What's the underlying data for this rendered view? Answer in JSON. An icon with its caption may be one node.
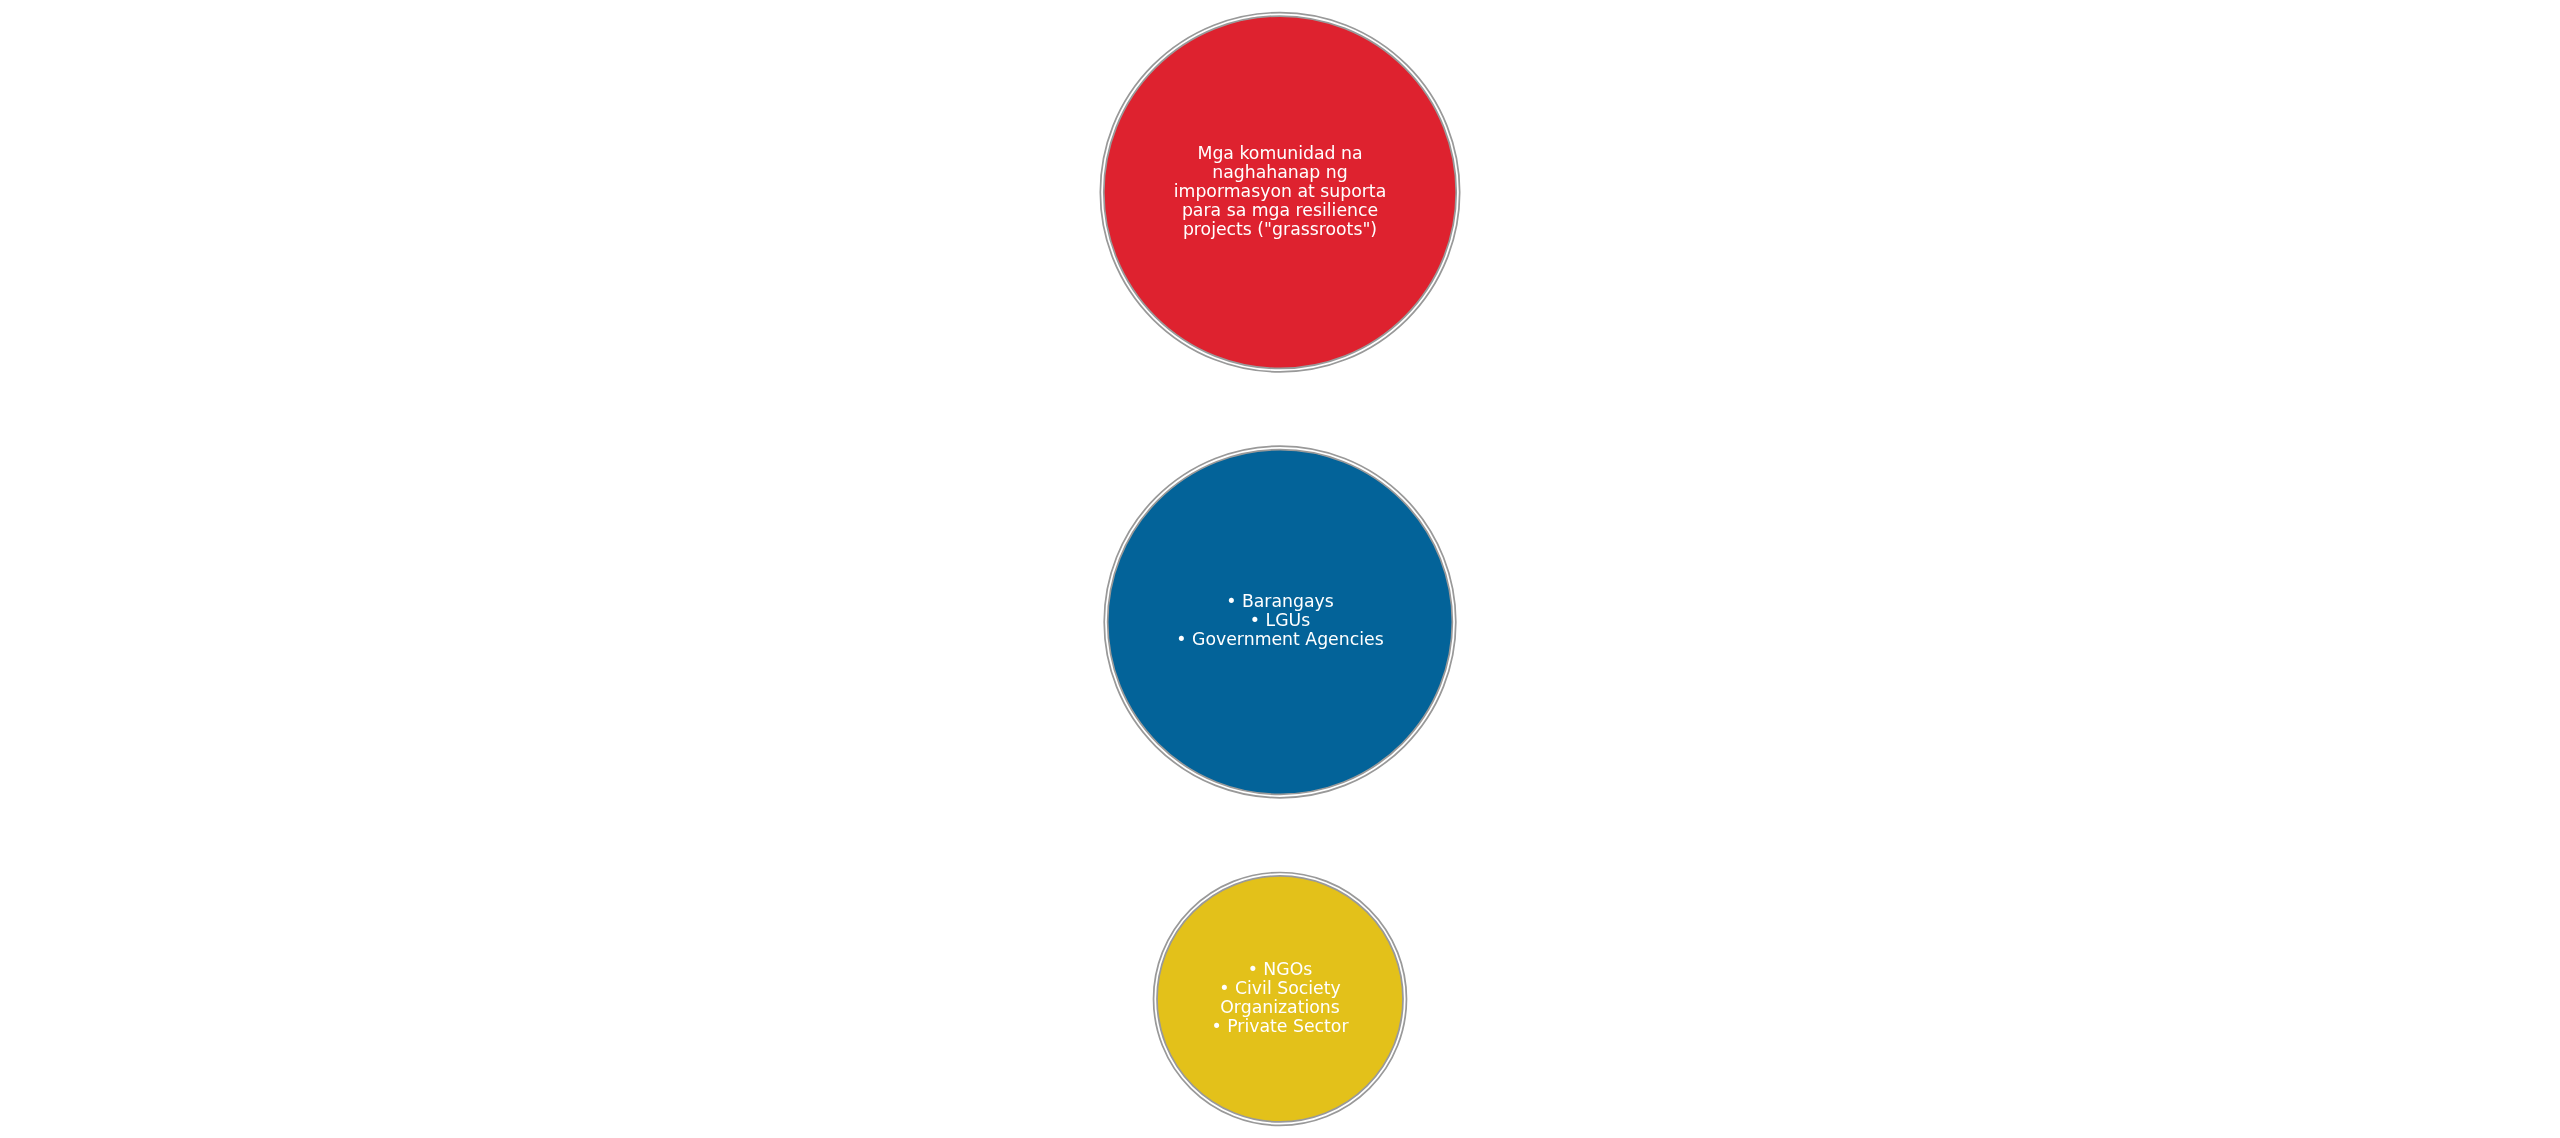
{
  "diagram": {
    "nodes": [
      {
        "text": [
          "Mga komunidad na naghahanap ng impormasyon at suporta para sa mga resilience projects (\"grassroots\")"
        ]
      },
      {
        "text": [
          "• Barangays",
          "• LGUs",
          "• Government Agencies"
        ]
      },
      {
        "text": [
          "• NGOs",
          "• Civil Society Organizations",
          "• Private Sector"
        ]
      }
    ],
    "edges": []
  }
}
